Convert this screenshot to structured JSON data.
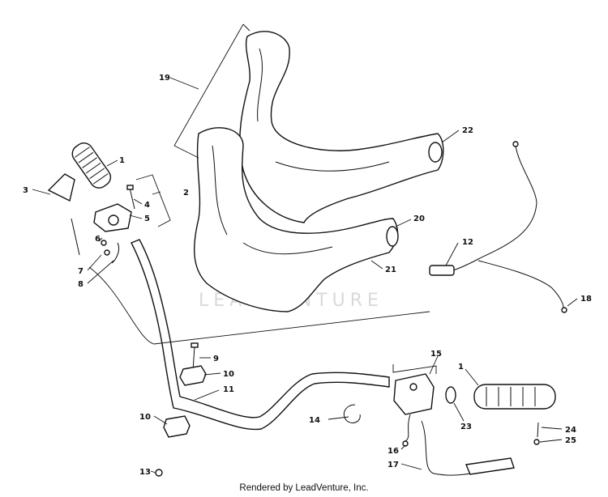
{
  "footer": {
    "text": "Rendered by LeadVenture, Inc."
  },
  "watermark": {
    "text": "LEADVENTURE"
  },
  "callouts": {
    "c1a": "1",
    "c1b": "1",
    "c2": "2",
    "c3": "3",
    "c4": "4",
    "c5": "5",
    "c6": "6",
    "c7": "7",
    "c8": "8",
    "c9": "9",
    "c10a": "10",
    "c10b": "10",
    "c11": "11",
    "c12": "12",
    "c13": "13",
    "c14": "14",
    "c15": "15",
    "c16": "16",
    "c17": "17",
    "c18": "18",
    "c19": "19",
    "c20": "20",
    "c21": "21",
    "c22": "22",
    "c23": "23",
    "c24": "24",
    "c25": "25"
  },
  "colors": {
    "ink": "#111111",
    "paper": "#ffffff",
    "watermark": "#d9d9d9"
  }
}
